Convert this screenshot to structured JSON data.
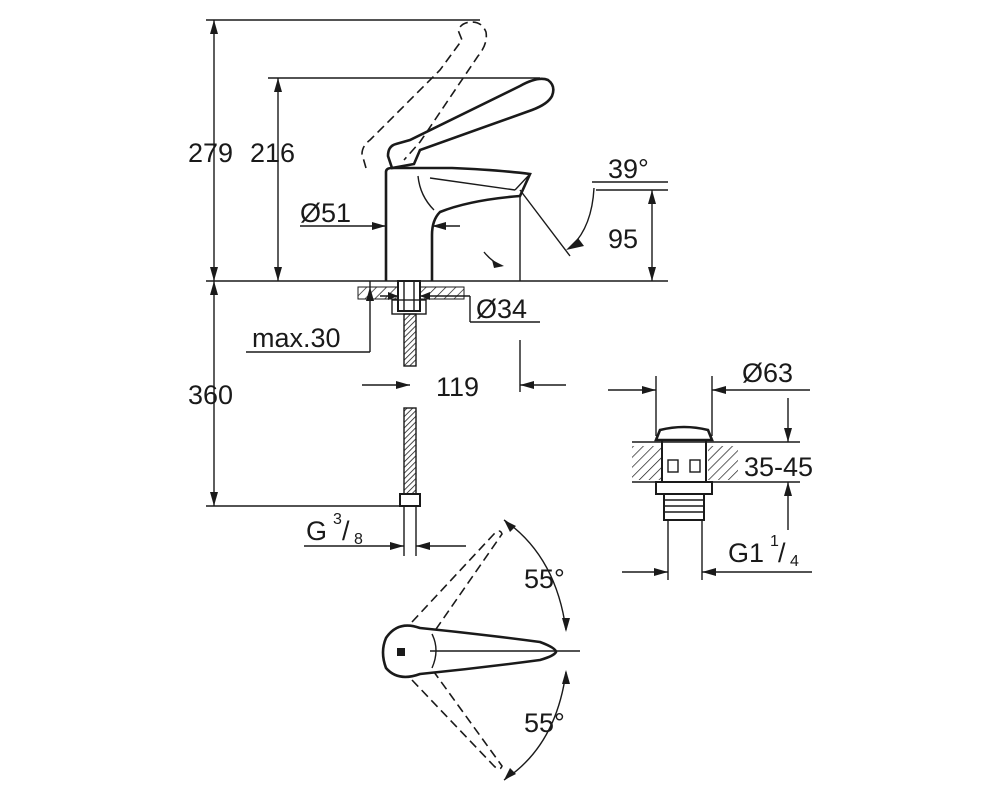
{
  "dimensions": {
    "total_height_lever_up": "279",
    "height_lever": "216",
    "body_diameter": "Ø51",
    "lever_angle": "39°",
    "spout_height": "95",
    "hole_diameter": "Ø34",
    "max_deck_thickness": "max.30",
    "hose_length": "360",
    "spout_reach": "119",
    "hose_thread_main": "G",
    "hose_thread_num": "3",
    "hose_thread_den": "8",
    "waste_diameter": "Ø63",
    "waste_range": "35-45",
    "waste_thread_main": "G1",
    "waste_thread_num": "1",
    "waste_thread_den": "4",
    "swivel_angle_top": "55°",
    "swivel_angle_bottom": "55°"
  }
}
